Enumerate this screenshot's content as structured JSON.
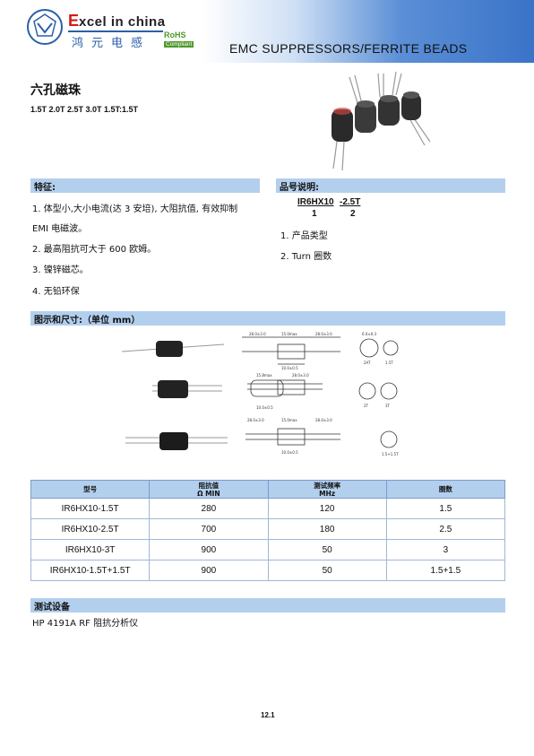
{
  "header": {
    "logo_letter": "E",
    "logo_text": "xcel in china",
    "logo_cn": "鸿元电感",
    "rohs_label": "RoHS",
    "rohs_sub": "Compliant",
    "title": "EMC SUPPRESSORS/FERRITE BEADS"
  },
  "product": {
    "title": "六孔磁珠",
    "variants": "1.5T 2.0T 2.5T 3.0T 1.5T:1.5T"
  },
  "features": {
    "heading": "特征:",
    "items": [
      "1. 体型小,大小电流(达 3 安培), 大阻抗值, 有效抑制",
      "EMI 电磁波。",
      "2. 最高阻抗可大于  600  欧姆。",
      "3. 镍锌磁芯。",
      "4.  无铅环保"
    ]
  },
  "part_number": {
    "heading": "品号说明:",
    "code_a": "IR6HX10",
    "code_b": "-2.5T",
    "num_1": "1",
    "num_2": "2",
    "desc": [
      "1. 产品类型",
      "2. Turn  圈数"
    ]
  },
  "dimensions": {
    "heading": "图示和尺寸:（单位 mm）",
    "labels": [
      "28.0±3.0",
      "15.0max",
      "28.0±3.0",
      "6.0±0.3",
      "10.0±0.5",
      "15.8max",
      "28.0±3.0",
      "10.0±0.5",
      "28.0±3.0",
      "15.0max",
      "28.0±3.0",
      "10.0±0.5",
      "2AT",
      "1.5T",
      "2T",
      "3T",
      "1.5+1.5T"
    ]
  },
  "table": {
    "headers": [
      {
        "l1": "型号",
        "l2": ""
      },
      {
        "l1": "阻抗值",
        "l2": "Ω MIN"
      },
      {
        "l1": "测试频率",
        "l2": "MHz"
      },
      {
        "l1": "圈数",
        "l2": ""
      }
    ],
    "rows": [
      [
        "IR6HX10-1.5T",
        "280",
        "120",
        "1.5"
      ],
      [
        "IR6HX10-2.5T",
        "700",
        "180",
        "2.5"
      ],
      [
        "IR6HX10-3T",
        "900",
        "50",
        "3"
      ],
      [
        "IR6HX10-1.5T+1.5T",
        "900",
        "50",
        "1.5+1.5"
      ]
    ]
  },
  "equipment": {
    "heading": "测试设备",
    "text": "HP 4191A RF  阻抗分析仪"
  },
  "page": "12.1"
}
